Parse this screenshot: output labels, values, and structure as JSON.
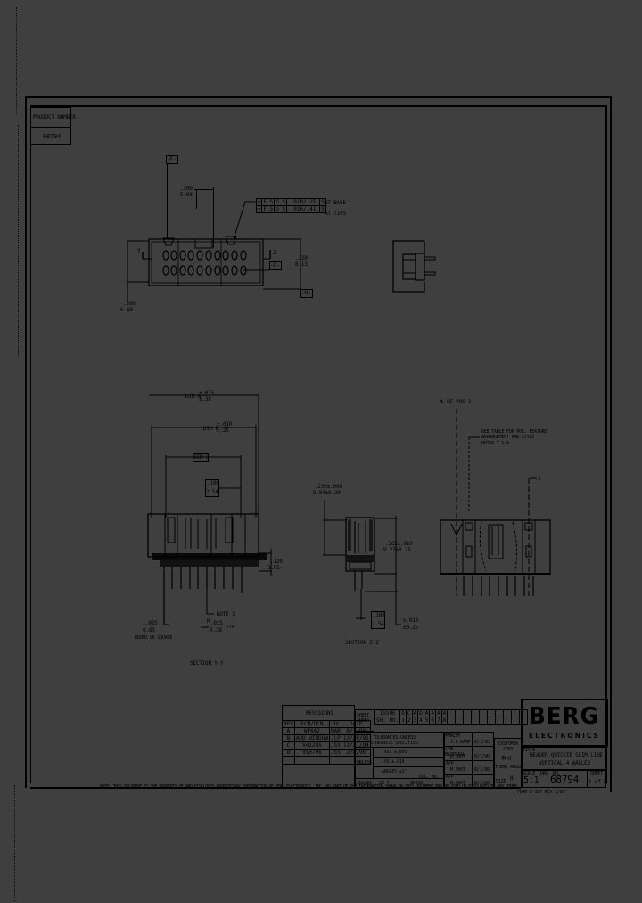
{
  "document": {
    "type": "engineering-drawing",
    "background_color": "#3f3f3f",
    "ink_color": "#000000"
  },
  "product_box": {
    "label": "PRODUCT NUMBER",
    "value": "68794"
  },
  "top_view": {
    "datum_f": "-F-",
    "datum_g": "-G-",
    "datum_h": "-H-",
    "dim_pitch_in": ".200",
    "dim_pitch_mm": "5.08",
    "dim_height_in": ".320",
    "dim_height_mm": "8.13",
    "dim_left_in": ".260",
    "dim_left_mm": "6.60",
    "section_mark_y": "Y",
    "section_mark_z": "Z",
    "tolerance_rows": [
      {
        "symbol": "⌖",
        "datum1": "F S",
        "datum2": "G S",
        "value": ".010/.25",
        "modifier": "S",
        "note": "AT BASE"
      },
      {
        "symbol": "⌖",
        "datum1": "F S",
        "datum2": "G S",
        "value": ".016/.41",
        "modifier": "S",
        "note": "AT TIPS"
      }
    ]
  },
  "section_yy": {
    "dim_a_label": "DIM A",
    "dim_a_tol_in": "±.015",
    "dim_a_tol_mm": "±.38",
    "dim_b_label": "DIM B",
    "dim_b_tol_in": "±.010",
    "dim_b_tol_mm": "±.25",
    "dim_c_label": "DIM C",
    "pitch_in": ".100",
    "pitch_mm": "2.54",
    "height_in": ".120",
    "height_mm": "3.05",
    "pin_in": ".025",
    "pin_mm": "0.63",
    "pin_note": "ROUND OR SQUARE",
    "note_ref": "NOTE 1",
    "tip_in": ".015",
    "tip_mm": "0.38",
    "tip_suffix": "TYP",
    "tip_prefix": "R",
    "caption": "SECTION Y-Y"
  },
  "section_zz": {
    "width_in": ".230±.008",
    "width_mm": "5.84±0.20",
    "height_in": ".365±.010",
    "height_mm": "9.27±0.25",
    "pitch_in": ".100",
    "pitch_mm": "2.54",
    "tail_tol_in": "±.010",
    "tail_tol_mm": "±0.25",
    "caption": "SECTION Z-Z"
  },
  "side_view": {
    "centerline_label": "℄ OF POS 1",
    "note_lines": [
      "SEE TABLE FOR POL. FEATURE",
      "ARRANGEMENT AND STYLE",
      "NOTES 7 & 8"
    ],
    "section_mark": "Z"
  },
  "revisions": {
    "title": "REVISIONS",
    "headers": [
      "REV",
      "ECN/DCN",
      "BY",
      "DATE"
    ],
    "rows": [
      [
        "A",
        "WP862",
        "MAB",
        "8/1/90"
      ],
      [
        "B",
        "ADD WINDOW",
        "JLP",
        "12/20/91"
      ],
      [
        "C",
        "V41285",
        "JSS",
        "12/21/94"
      ],
      [
        "D",
        "V50796",
        "JSS",
        "2/8/96"
      ],
      [
        "",
        "",
        "",
        ""
      ]
    ]
  },
  "sheet_index": {
    "label": "SHEET INDEX",
    "issue_label": "ISSUE",
    "sh_no_label": "SH. NO.",
    "issues": [
      "D",
      "C",
      "A",
      "D",
      "A",
      "A",
      "A",
      "A"
    ],
    "sheets": [
      "1",
      "2",
      "3",
      "4",
      "5",
      "6",
      "7",
      "8"
    ]
  },
  "tolerances": {
    "title": "TOLERANCES UNLESS OTHERWISE SPECIFIED",
    "unless_label": "UNLESS",
    "rows": [
      ".XXX ±.005",
      ".XX ±.010",
      "ANGLES ±1°"
    ],
    "finish_label": "FINISH",
    "material_label": "MATERIAL",
    "scale_label": "ANGLES",
    "scale_value": "2X 7",
    "doc_no_label": "DOC. NO.",
    "doc_no_value": "35338"
  },
  "approvals": [
    {
      "role": "DR",
      "name": "J.P.BAMP",
      "date": "8/1/90"
    },
    {
      "role": "CHK",
      "name": "M.SHOT",
      "date": "8/1/90"
    },
    {
      "role": "APP",
      "name": "M.SHOT",
      "date": "8/1/90"
    },
    {
      "role": "APP",
      "name": "M.SHOT",
      "date": "8/1/90"
    }
  ],
  "customer_copy": "CUSTOMER COPY",
  "third_angle": "THIRD ANGLE PROJ",
  "logo": {
    "name": "BERG",
    "sub": "ELECTRONICS"
  },
  "title_block": {
    "title_label": "TITLE",
    "title_lines": [
      "HEADER QUICKIE SLIM LINE",
      "VERTICAL 4 WALLED"
    ],
    "size_label": "SIZE",
    "size_value": "B",
    "scale_label": "SCALE",
    "scale_value": "5:1",
    "dwg_label": "DWG. NO.",
    "dwg_value": "68794",
    "sheet_label": "SHEET",
    "sheet_value": "1 of 8"
  },
  "proprietary_notice": "NOTE: THIS DOCUMENT IS THE PROPERTY OF AND DISCLOSES PROPRIETARY INFORMATION OF BERG ELECTRONICS, INC.  NO PART OF THE INFORMATION SHOWN ON THIS DOCUMENT MAY BE USED OR DISCLOSED TO ANY OTHER PARTY WITHOUT THE WRITTEN CONSENT OF BERG ELECTRONICS, INC.",
  "form_number": "FORM E-387 REV 2/89"
}
